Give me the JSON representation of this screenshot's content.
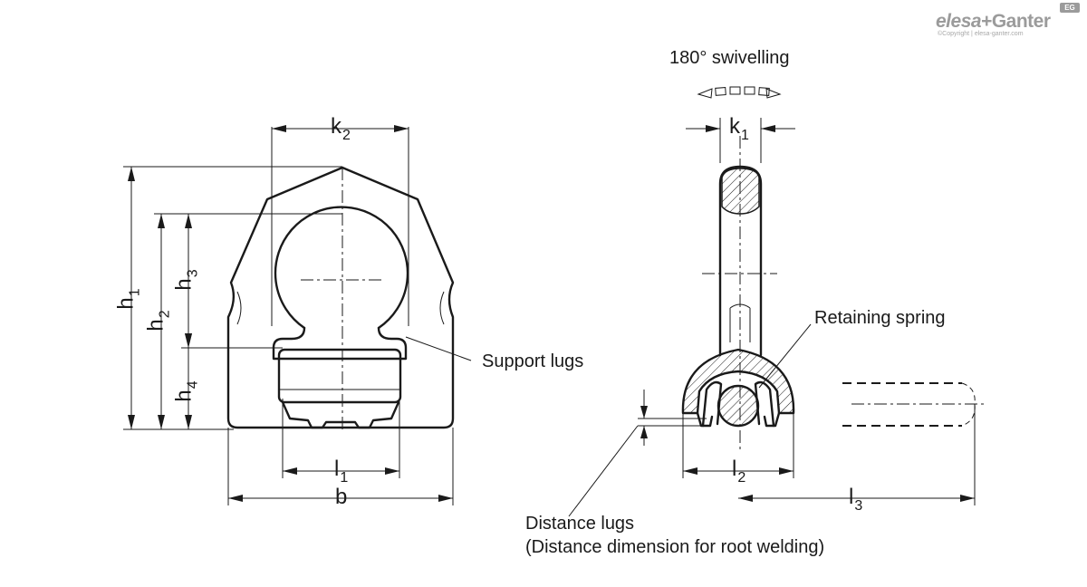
{
  "brand": {
    "name_part1": "elesa",
    "name_part2": "+Ganter",
    "badge": "EG",
    "copyright": "©Copyright | elesa-ganter.com"
  },
  "dimensions": {
    "k2": {
      "main": "k",
      "sub": "2"
    },
    "k1": {
      "main": "k",
      "sub": "1"
    },
    "h1": {
      "main": "h",
      "sub": "1"
    },
    "h2": {
      "main": "h",
      "sub": "2"
    },
    "h3": {
      "main": "h",
      "sub": "3"
    },
    "h4": {
      "main": "h",
      "sub": "4"
    },
    "l1": {
      "main": "l",
      "sub": "1"
    },
    "l2": {
      "main": "l",
      "sub": "2"
    },
    "l3": {
      "main": "l",
      "sub": "3"
    },
    "b": {
      "main": "b"
    }
  },
  "annotations": {
    "swivel": "180° swivelling",
    "support_lugs": "Support lugs",
    "retaining_spring": "Retaining spring",
    "distance_lugs": "Distance lugs",
    "distance_note": "(Distance dimension for root welding)"
  },
  "colors": {
    "line": "#1a1a1a",
    "brand": "#9b9b9b",
    "background": "#ffffff"
  }
}
